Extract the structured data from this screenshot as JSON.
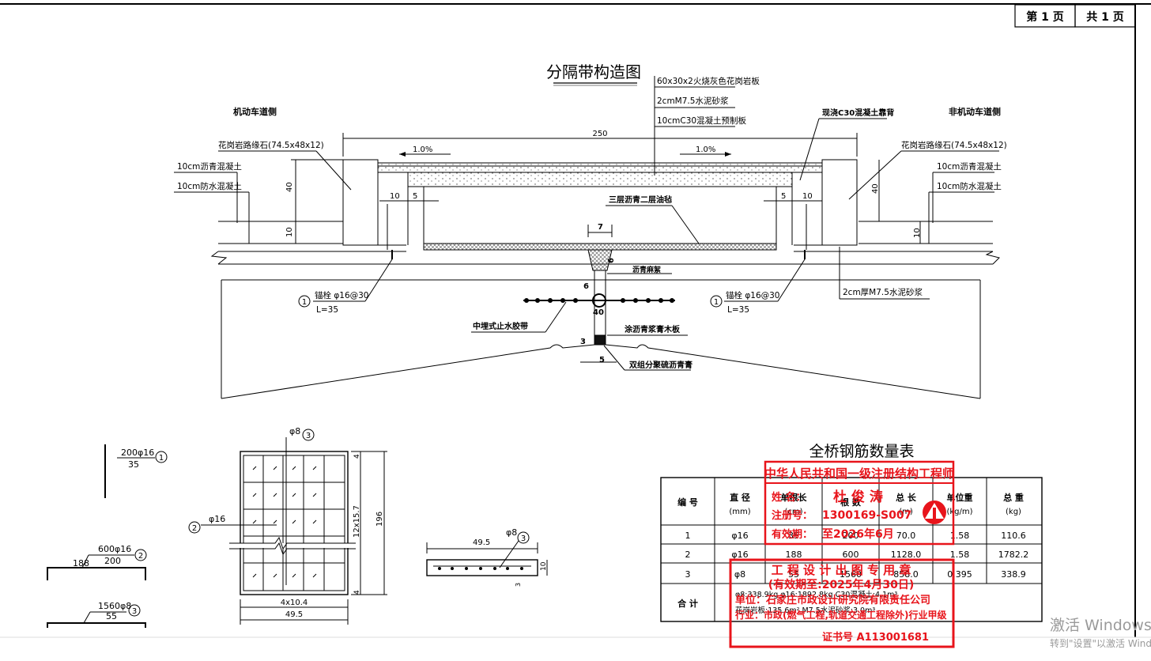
{
  "title_block": {
    "page": "第 1 页",
    "total": "共 1 页"
  },
  "main_title": "分隔带构造图",
  "section": {
    "left_side": "机动车道侧",
    "right_side": "非机动车道侧",
    "layers_top": [
      "60x30x2火烧灰色花岗岩板",
      "2cmM7.5水泥砂浆",
      "10cmC30混凝土预制板"
    ],
    "cast_concrete": "现浇C30混凝土靠背",
    "curb_left": "花岗岩路缘石(74.5x48x12)",
    "curb_right": "花岗岩路缘石(74.5x48x12)",
    "asphalt_left": "10cm沥青混凝土",
    "waterproof_left": "10cm防水混凝土",
    "asphalt_right": "10cm沥青混凝土",
    "waterproof_right": "10cm防水混凝土",
    "dim_250": "250",
    "slope_left": "1.0%",
    "slope_right": "1.0%",
    "dim_40_left": "40",
    "dim_10_left": "10",
    "dim_40_right": "40",
    "dim_10_right": "10",
    "dim_10a": "10",
    "dim_5a": "5",
    "dim_5b": "5",
    "dim_10b": "10",
    "felt": "三层沥青二层油毡",
    "dim_7": "7",
    "asphalt_rope": "沥青麻絮",
    "dim_6a": "6",
    "dim_6b": "6",
    "anchor_left": "锚栓 φ16@30",
    "anchor_left_len": "L=35",
    "anchor_right": "锚栓 φ16@30",
    "anchor_right_len": "L=35",
    "mortar_2cm": "2cm厚M7.5水泥砂浆",
    "waterstop": "中埋式止水胶带",
    "asphalt_board": "涂沥青浆膏木板",
    "dim_40c": "40",
    "dim_3": "3",
    "dim_5c": "5",
    "double_asphalt": "双组分聚硫沥青膏",
    "marker_1": "1"
  },
  "rebars": {
    "r1_top": "200φ16",
    "r1_bottom": "35",
    "r1_no": "1",
    "r2_top": "600φ16",
    "r2_left": "188",
    "r2_bottom": "200",
    "r2_no": "2",
    "r3_top": "1560φ8",
    "r3_bottom": "55",
    "r3_no": "3"
  },
  "mesh": {
    "bar_top": "φ8",
    "bar_top_no": "3",
    "bar_left": "φ16",
    "bar_left_no": "2",
    "dim_right_1": "12x15.7",
    "dim_right_2": "196",
    "dim_bottom_1": "4x10.4",
    "dim_bottom_2": "49.5",
    "dim_4a": "4",
    "dim_4b": "4"
  },
  "slab": {
    "dim_width": "49.5",
    "bar": "φ8",
    "bar_no": "3",
    "dim_thk": "10",
    "dim_3": "3"
  },
  "table": {
    "title": "全桥钢筋数量表",
    "headers": [
      {
        "label": "编 号",
        "unit": ""
      },
      {
        "label": "直 径",
        "unit": "(mm)"
      },
      {
        "label": "单根长",
        "unit": "(cm)"
      },
      {
        "label": "根 数",
        "unit": ""
      },
      {
        "label": "总 长",
        "unit": "(m)"
      },
      {
        "label": "单位重",
        "unit": "(kg/m)"
      },
      {
        "label": "总 重",
        "unit": "(kg)"
      }
    ],
    "rows": [
      [
        "1",
        "φ16",
        "35",
        "200",
        "70.0",
        "1.58",
        "110.6"
      ],
      [
        "2",
        "φ16",
        "188",
        "600",
        "1128.0",
        "1.58",
        "1782.2"
      ],
      [
        "3",
        "φ8",
        "55",
        "1560",
        "858.0",
        "0.395",
        "338.9"
      ]
    ],
    "total_label": "合 计",
    "total_line1": "φ8:338.9kg  φ16:1892.8kg  C30混凝土:4.1m³",
    "total_line2": "花岗岩板:135.6m²  M7.5水泥砂浆:3.0m³"
  },
  "stamp1": {
    "title": "中华人民共和国一级注册结构工程师",
    "name_label": "姓   名：",
    "name": "杜 俊 涛",
    "reg_label": "注册号：",
    "reg": "1300169-S007",
    "valid_label": "有效期：",
    "valid": "至2026年6月"
  },
  "stamp2": {
    "title": "工 程 设 计 出 图 专 用 章",
    "valid": "(有效期至:2025年4月30日)",
    "unit": "单位：石家庄市政设计研究院有限责任公司",
    "industry": "行业：市政(燃气工程,轨道交通工程除外)行业甲级",
    "cert": "证书号 A113001681"
  },
  "watermark": {
    "line1": "激活 Windows",
    "line2": "转到\"设置\"以激活 Windows。"
  },
  "colors": {
    "line": "#000000",
    "stamp": "#e8141b",
    "hatch": "#555555",
    "watermark": "#9a9a9a"
  }
}
